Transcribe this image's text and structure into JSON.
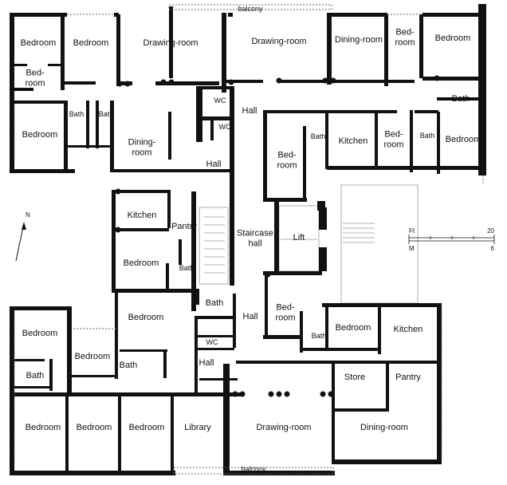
{
  "rooms": {
    "bedroom_nw1": "Bedroom",
    "bedroom_nw2": "Bedroom",
    "drawing_room_n1": "Drawing-room",
    "drawing_room_n2": "Drawing-room",
    "dining_room_n": "Dining-room",
    "bedroom_ne_small": "Bed-\nroom",
    "bedroom_ne": "Bedroom",
    "bedroom_nw_small": "Bed-\nroom",
    "bath_ne": "Bath",
    "wc_1": "WC",
    "wc_2": "WC",
    "hall_n": "Hall",
    "bedroom_w1": "Bedroom",
    "bath_w1": "Bath",
    "bath_w2": "Bath",
    "dining_room_w": "Dining-\nroom",
    "hall_c1": "Hall",
    "bedroom_c": "Bed-\nroom",
    "bath_c": "Bath",
    "kitchen_c": "Kitchen",
    "bedroom_c2": "Bed-\nroom",
    "bath_c2": "Bath",
    "bedroom_e": "Bedroom",
    "kitchen_w": "Kitchen",
    "pantry_w": "Pantry",
    "staircase_hall": "Staircase\nhall",
    "lift": "Lift",
    "bedroom_w2": "Bedroom",
    "bath_w3": "Bath",
    "bedroom_w3": "Bedroom",
    "bath_w4": "Bath",
    "hall_c2": "Hall",
    "bedroom_c3": "Bed-\nroom",
    "bedroom_se1": "Bedroom",
    "kitchen_se": "Kitchen",
    "bath_c3": "Bath",
    "bedroom_sw1": "Bedroom",
    "bedroom_sw2": "Bedroom",
    "bath_sw": "Bath",
    "bath_sw2": "Bath",
    "wc_3": "WC",
    "hall_s": "Hall",
    "store": "Store",
    "pantry_se": "Pantry",
    "bedroom_s1": "Bedroom",
    "bedroom_s2": "Bedroom",
    "bedroom_s3": "Bedroom",
    "library": "Library",
    "drawing_room_s": "Drawing-room",
    "dining_room_s": "Dining-room"
  },
  "balcony_n": "balcony",
  "balcony_s": "balcony",
  "north_label": "N",
  "scale": {
    "ft_label": "Ft",
    "ft_max": "20",
    "m_label": "M",
    "m_max": "6"
  }
}
